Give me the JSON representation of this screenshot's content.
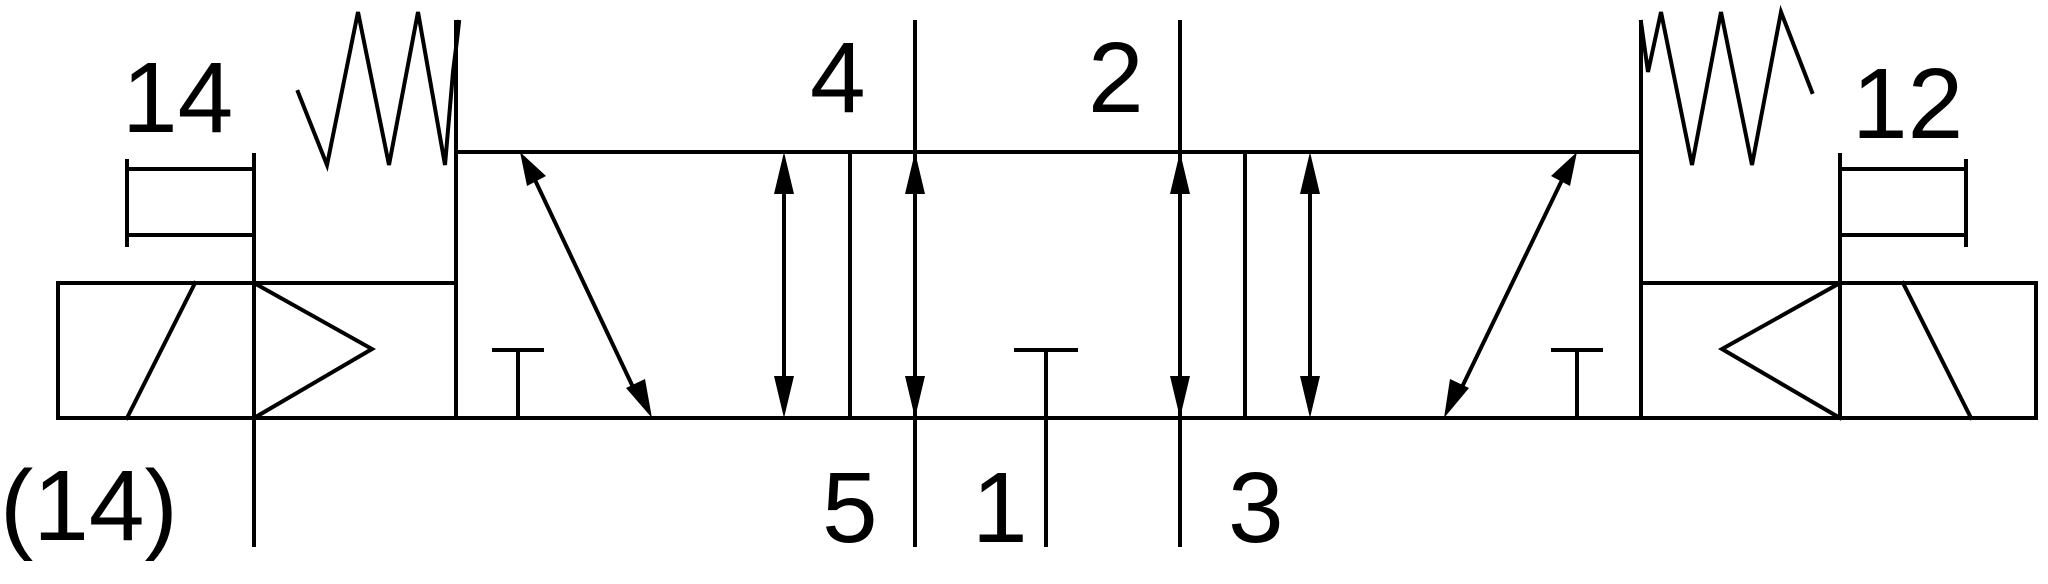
{
  "diagram": {
    "type": "pneumatic 5/3 solenoid valve symbol",
    "stroke_color": "#000000",
    "background_color": "#ffffff",
    "labels": {
      "pilot_left": "14",
      "pilot_right": "12",
      "manual_override": "(14)",
      "port_4": "4",
      "port_2": "2",
      "port_5": "5",
      "port_1": "1",
      "port_3": "3"
    }
  }
}
